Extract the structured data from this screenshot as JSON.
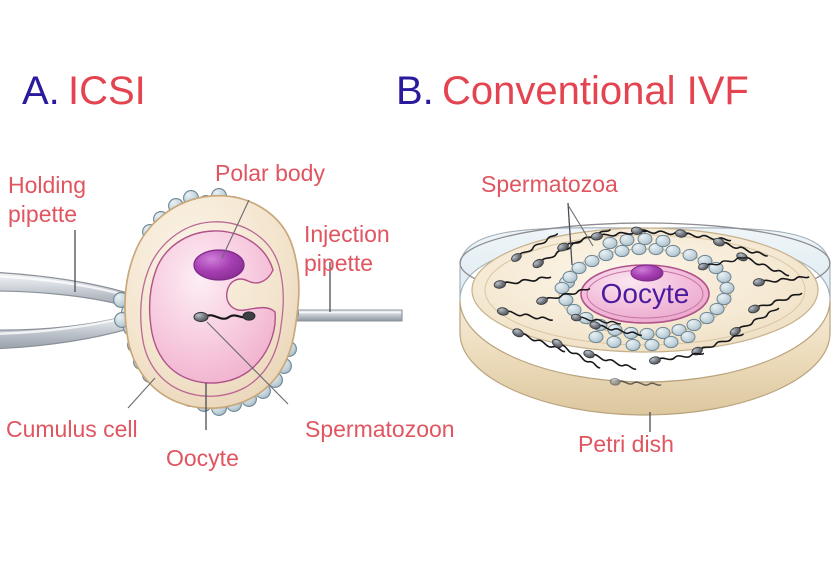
{
  "figure": {
    "background": "#ffffff",
    "label_color": "#e0555f",
    "letter_color": "#2a1a9e",
    "oocyte_text_color": "#4b1b9e"
  },
  "panels": [
    {
      "id": "panel-a",
      "letter": "A.",
      "title": "ICSI",
      "labels": [
        {
          "name": "holding-pipette",
          "line1": "Holding",
          "line2": "pipette"
        },
        {
          "name": "polar-body",
          "line1": "Polar body",
          "line2": ""
        },
        {
          "name": "injection-pipette",
          "line1": "Injection",
          "line2": "pipette"
        },
        {
          "name": "cumulus-cell",
          "line1": "Cumulus cell",
          "line2": ""
        },
        {
          "name": "oocyte",
          "line1": "Oocyte",
          "line2": ""
        },
        {
          "name": "spermatozoon",
          "line1": "Spermatozoon",
          "line2": ""
        }
      ]
    },
    {
      "id": "panel-b",
      "letter": "B.",
      "title": "Conventional IVF",
      "labels": [
        {
          "name": "spermatozoa",
          "line1": "Spermatozoa",
          "line2": ""
        },
        {
          "name": "petri-dish",
          "line1": "Petri dish",
          "line2": ""
        }
      ],
      "dish_center_label": "Oocyte"
    }
  ],
  "colors": {
    "zona_pellucida": "#f3e6d2",
    "zona_pellucida_edge": "#c9a87c",
    "cytoplasm": "#f6c6da",
    "cytoplasm_edge": "#b0528a",
    "polar_body": "#a43fb0",
    "cumulus_cell": "#c5d5dd",
    "cumulus_cell_edge": "#6d8593",
    "pipette": "#d3d7dc",
    "pipette_edge": "#8b9199",
    "sperm_head": "#6e737d",
    "sperm_tail": "#1d1d20",
    "dish_medium": "#f5ead6",
    "dish_wall": "#e8d6b4",
    "dish_rim": "#dbe7ee",
    "dish_edge": "#8d8d92"
  }
}
